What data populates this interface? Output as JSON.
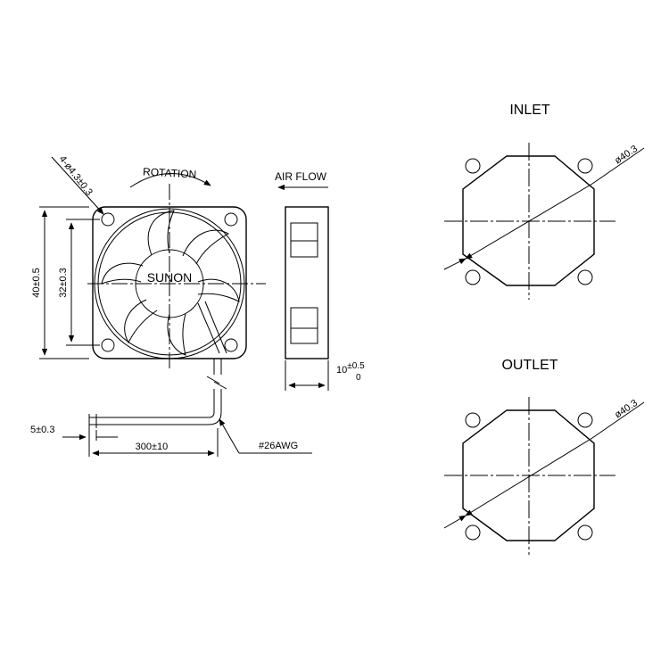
{
  "front_view": {
    "brand": "SUNON",
    "rotation_label": "ROTATION",
    "hole_callout": "4-ø4.3±0.3",
    "outer_size": "40±0.5",
    "hole_pitch": "32±0.3",
    "wire_strip": "5±0.3",
    "wire_length": "300±10",
    "wire_gauge": "#26AWG"
  },
  "side_view": {
    "airflow_label": "AIR FLOW",
    "thickness_base": "10",
    "thickness_upper_tol": "±0.5",
    "thickness_lower_tol": "0"
  },
  "inlet": {
    "title": "INLET",
    "diameter": "ø40.3"
  },
  "outlet": {
    "title": "OUTLET",
    "diameter": "ø40.3"
  }
}
